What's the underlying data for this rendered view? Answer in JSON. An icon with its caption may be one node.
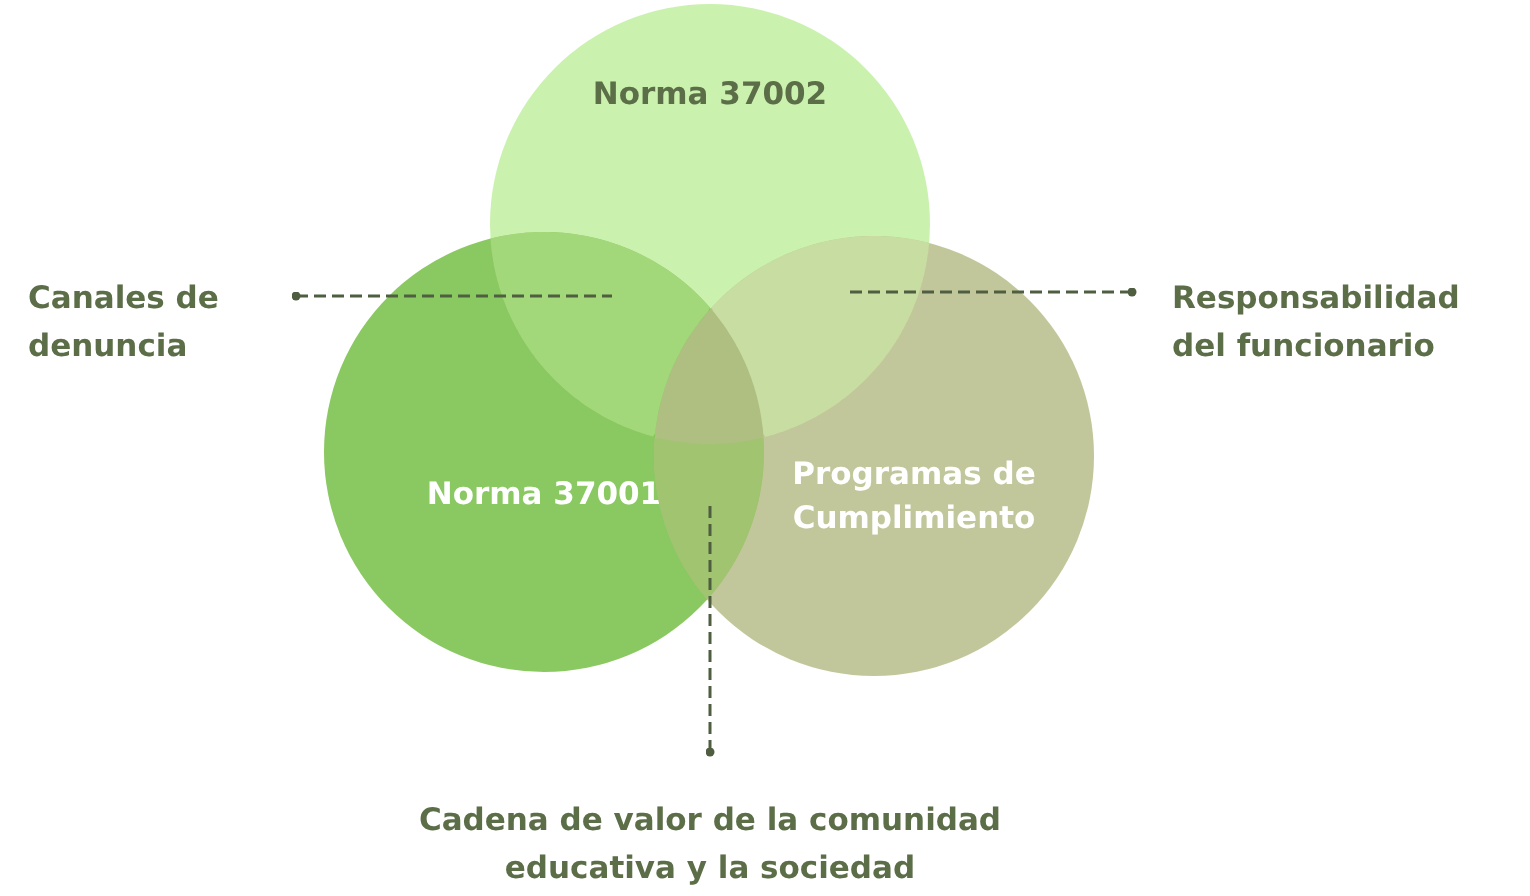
{
  "diagram": {
    "nodes": [
      {
        "text": [
          "Norma 37002"
        ]
      },
      {
        "text": [
          "Norma 37001"
        ]
      },
      {
        "text": [
          "Programas de Cumplimiento"
        ]
      },
      {
        "text": [
          "Canales de denuncia"
        ]
      },
      {
        "text": [
          "Responsabilidad del funcionario"
        ]
      },
      {
        "text": [
          "Cadena de valor de la comunidad educativa y la sociedad"
        ]
      },
      {
        "text": [],
        "shape": "lens"
      },
      {
        "text": [],
        "shape": "lens"
      },
      {
        "text": [],
        "shape": "lens"
      }
    ],
    "edges": [
      {
        "from": 3,
        "to": 6,
        "arrow": "other",
        "style": "dashed"
      },
      {
        "from": 4,
        "to": 7,
        "arrow": "other",
        "style": "dashed"
      },
      {
        "from": 5,
        "to": 8,
        "arrow": "other",
        "style": "dashed"
      }
    ]
  }
}
